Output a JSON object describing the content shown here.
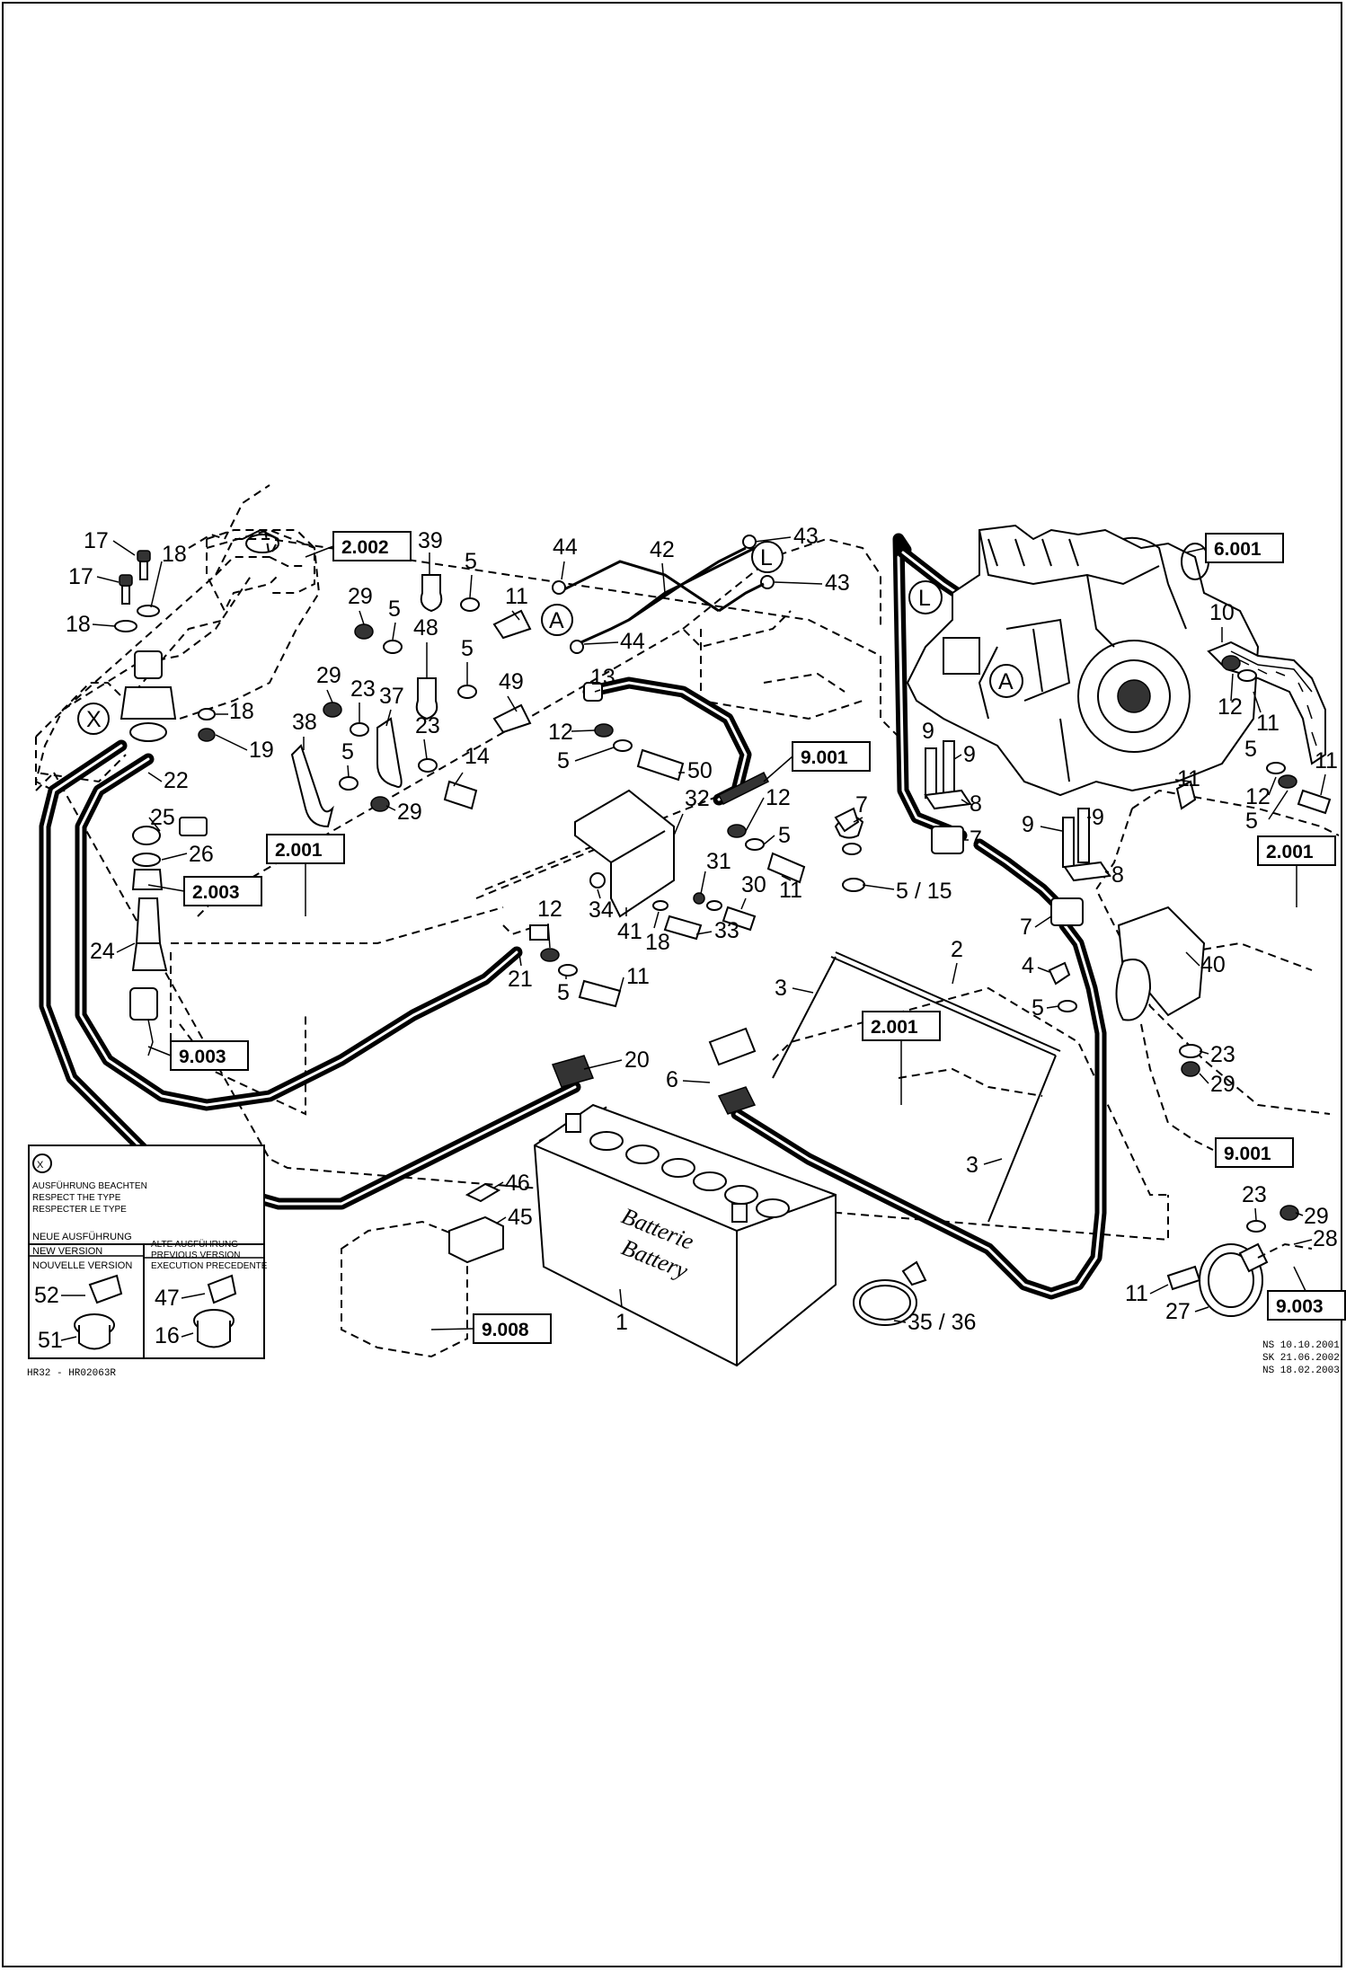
{
  "legend": {
    "symbol": "X",
    "note": [
      "AUSFÜHRUNG BEACHTEN",
      "RESPECT THE TYPE",
      "RESPECTER LE TYPE"
    ],
    "new_version": [
      "NEUE AUSFÜHRUNG",
      "NEW VERSION",
      "NOUVELLE VERSION"
    ],
    "old_version": [
      "ALTE AUSFÜHRUNG",
      "PREVIOUS VERSION",
      "EXECUTION PRECEDENTE"
    ],
    "new_parts": [
      "52",
      "51"
    ],
    "old_parts": [
      "47",
      "16"
    ]
  },
  "drawing_id": "HR32 - HR02063R",
  "revisions": [
    "NS 10.10.2001",
    "SK 21.06.2002",
    "NS 18.02.2003"
  ],
  "battery_label": [
    "Batterie",
    "Battery"
  ],
  "circle_markers": [
    "X",
    "A",
    "L"
  ],
  "reference_boxes": [
    "2.002",
    "6.001",
    "9.001",
    "2.001",
    "2.003",
    "9.003",
    "9.008",
    "2.001",
    "2.001",
    "9.001",
    "9.003"
  ],
  "part_numbers": [
    "17",
    "18",
    "17",
    "18",
    "39",
    "5",
    "11",
    "29",
    "5",
    "48",
    "5",
    "49",
    "29",
    "23",
    "37",
    "38",
    "5",
    "29",
    "23",
    "14",
    "18",
    "19",
    "22",
    "25",
    "26",
    "24",
    "44",
    "42",
    "43",
    "43",
    "44",
    "13",
    "12",
    "5",
    "50",
    "9.001",
    "12",
    "5",
    "32",
    "31",
    "34",
    "41",
    "18",
    "33",
    "30",
    "11",
    "12",
    "21",
    "5",
    "11",
    "7",
    "5 / 15",
    "2",
    "3",
    "20",
    "6",
    "3",
    "46",
    "45",
    "1",
    "35 / 36",
    "10",
    "12",
    "11",
    "5",
    "11",
    "11",
    "12",
    "5",
    "9",
    "9",
    "8",
    "7",
    "9",
    "9",
    "8",
    "7",
    "4",
    "5",
    "40",
    "23",
    "29",
    "23",
    "29",
    "28",
    "11",
    "27"
  ]
}
